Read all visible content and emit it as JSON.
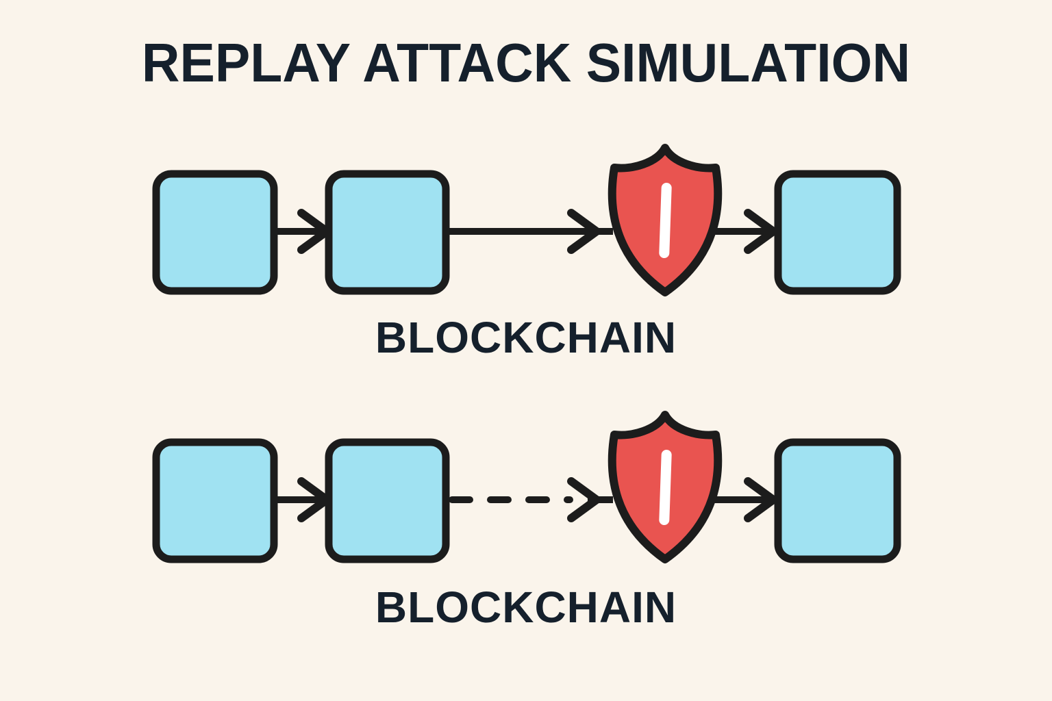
{
  "title": "REPLAY ATTACK SIMULATION",
  "colors": {
    "background": "#faf4eb",
    "block-fill": "#a0e2f2",
    "outline": "#1c1c1c",
    "shield-fill": "#e95450",
    "shield-mark": "#ffffff",
    "text-color": "#15202c"
  },
  "rows": [
    {
      "label": "BLOCKCHAIN",
      "block_count": 3,
      "icon": "alert-shield",
      "tamper_link_style": "solid"
    },
    {
      "label": "BLOCKCHAIN",
      "block_count": 3,
      "icon": "alert-shield",
      "tamper_link_style": "dashed"
    }
  ]
}
